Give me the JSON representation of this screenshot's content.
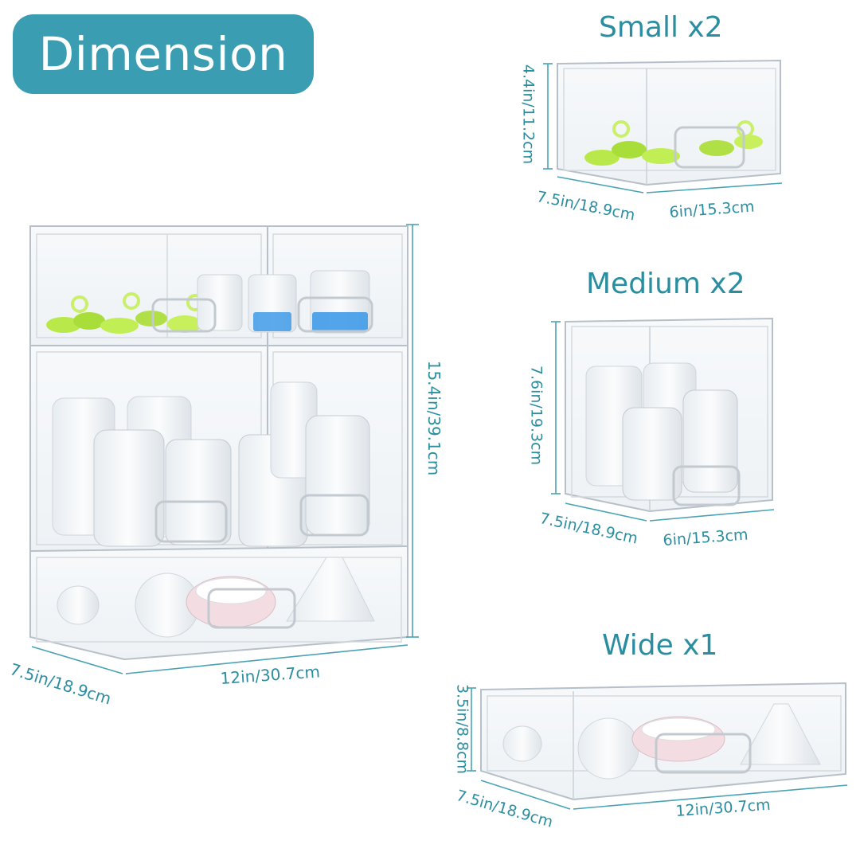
{
  "header": {
    "badge_label": "Dimension"
  },
  "stack": {
    "height_label": "15.4in/39.1cm",
    "depth_label": "7.5in/18.9cm",
    "width_label": "12in/30.7cm"
  },
  "small": {
    "title": "Small x2",
    "height_label": "4.4in/11.2cm",
    "depth_label": "7.5in/18.9cm",
    "width_label": "6in/15.3cm"
  },
  "medium": {
    "title": "Medium x2",
    "height_label": "7.6in/19.3cm",
    "depth_label": "7.5in/18.9cm",
    "width_label": "6in/15.3cm"
  },
  "wide": {
    "title": "Wide x1",
    "height_label": "3.5in/8.8cm",
    "depth_label": "7.5in/18.9cm",
    "width_label": "12in/30.7cm"
  },
  "colors": {
    "accent": "#3a9db2",
    "label_text": "#2b8ea0",
    "dimension_line": "#4aa3b4",
    "bin_edge": "#b7c0c8",
    "pacifier_green": "#b9e84a",
    "bottle_blue": "#3f9be8",
    "pump_pink": "#e8c3cc"
  },
  "icons": [
    "pacifier-icon",
    "baby-bottle-icon",
    "breast-pump-icon",
    "drawer-handle-icon"
  ]
}
